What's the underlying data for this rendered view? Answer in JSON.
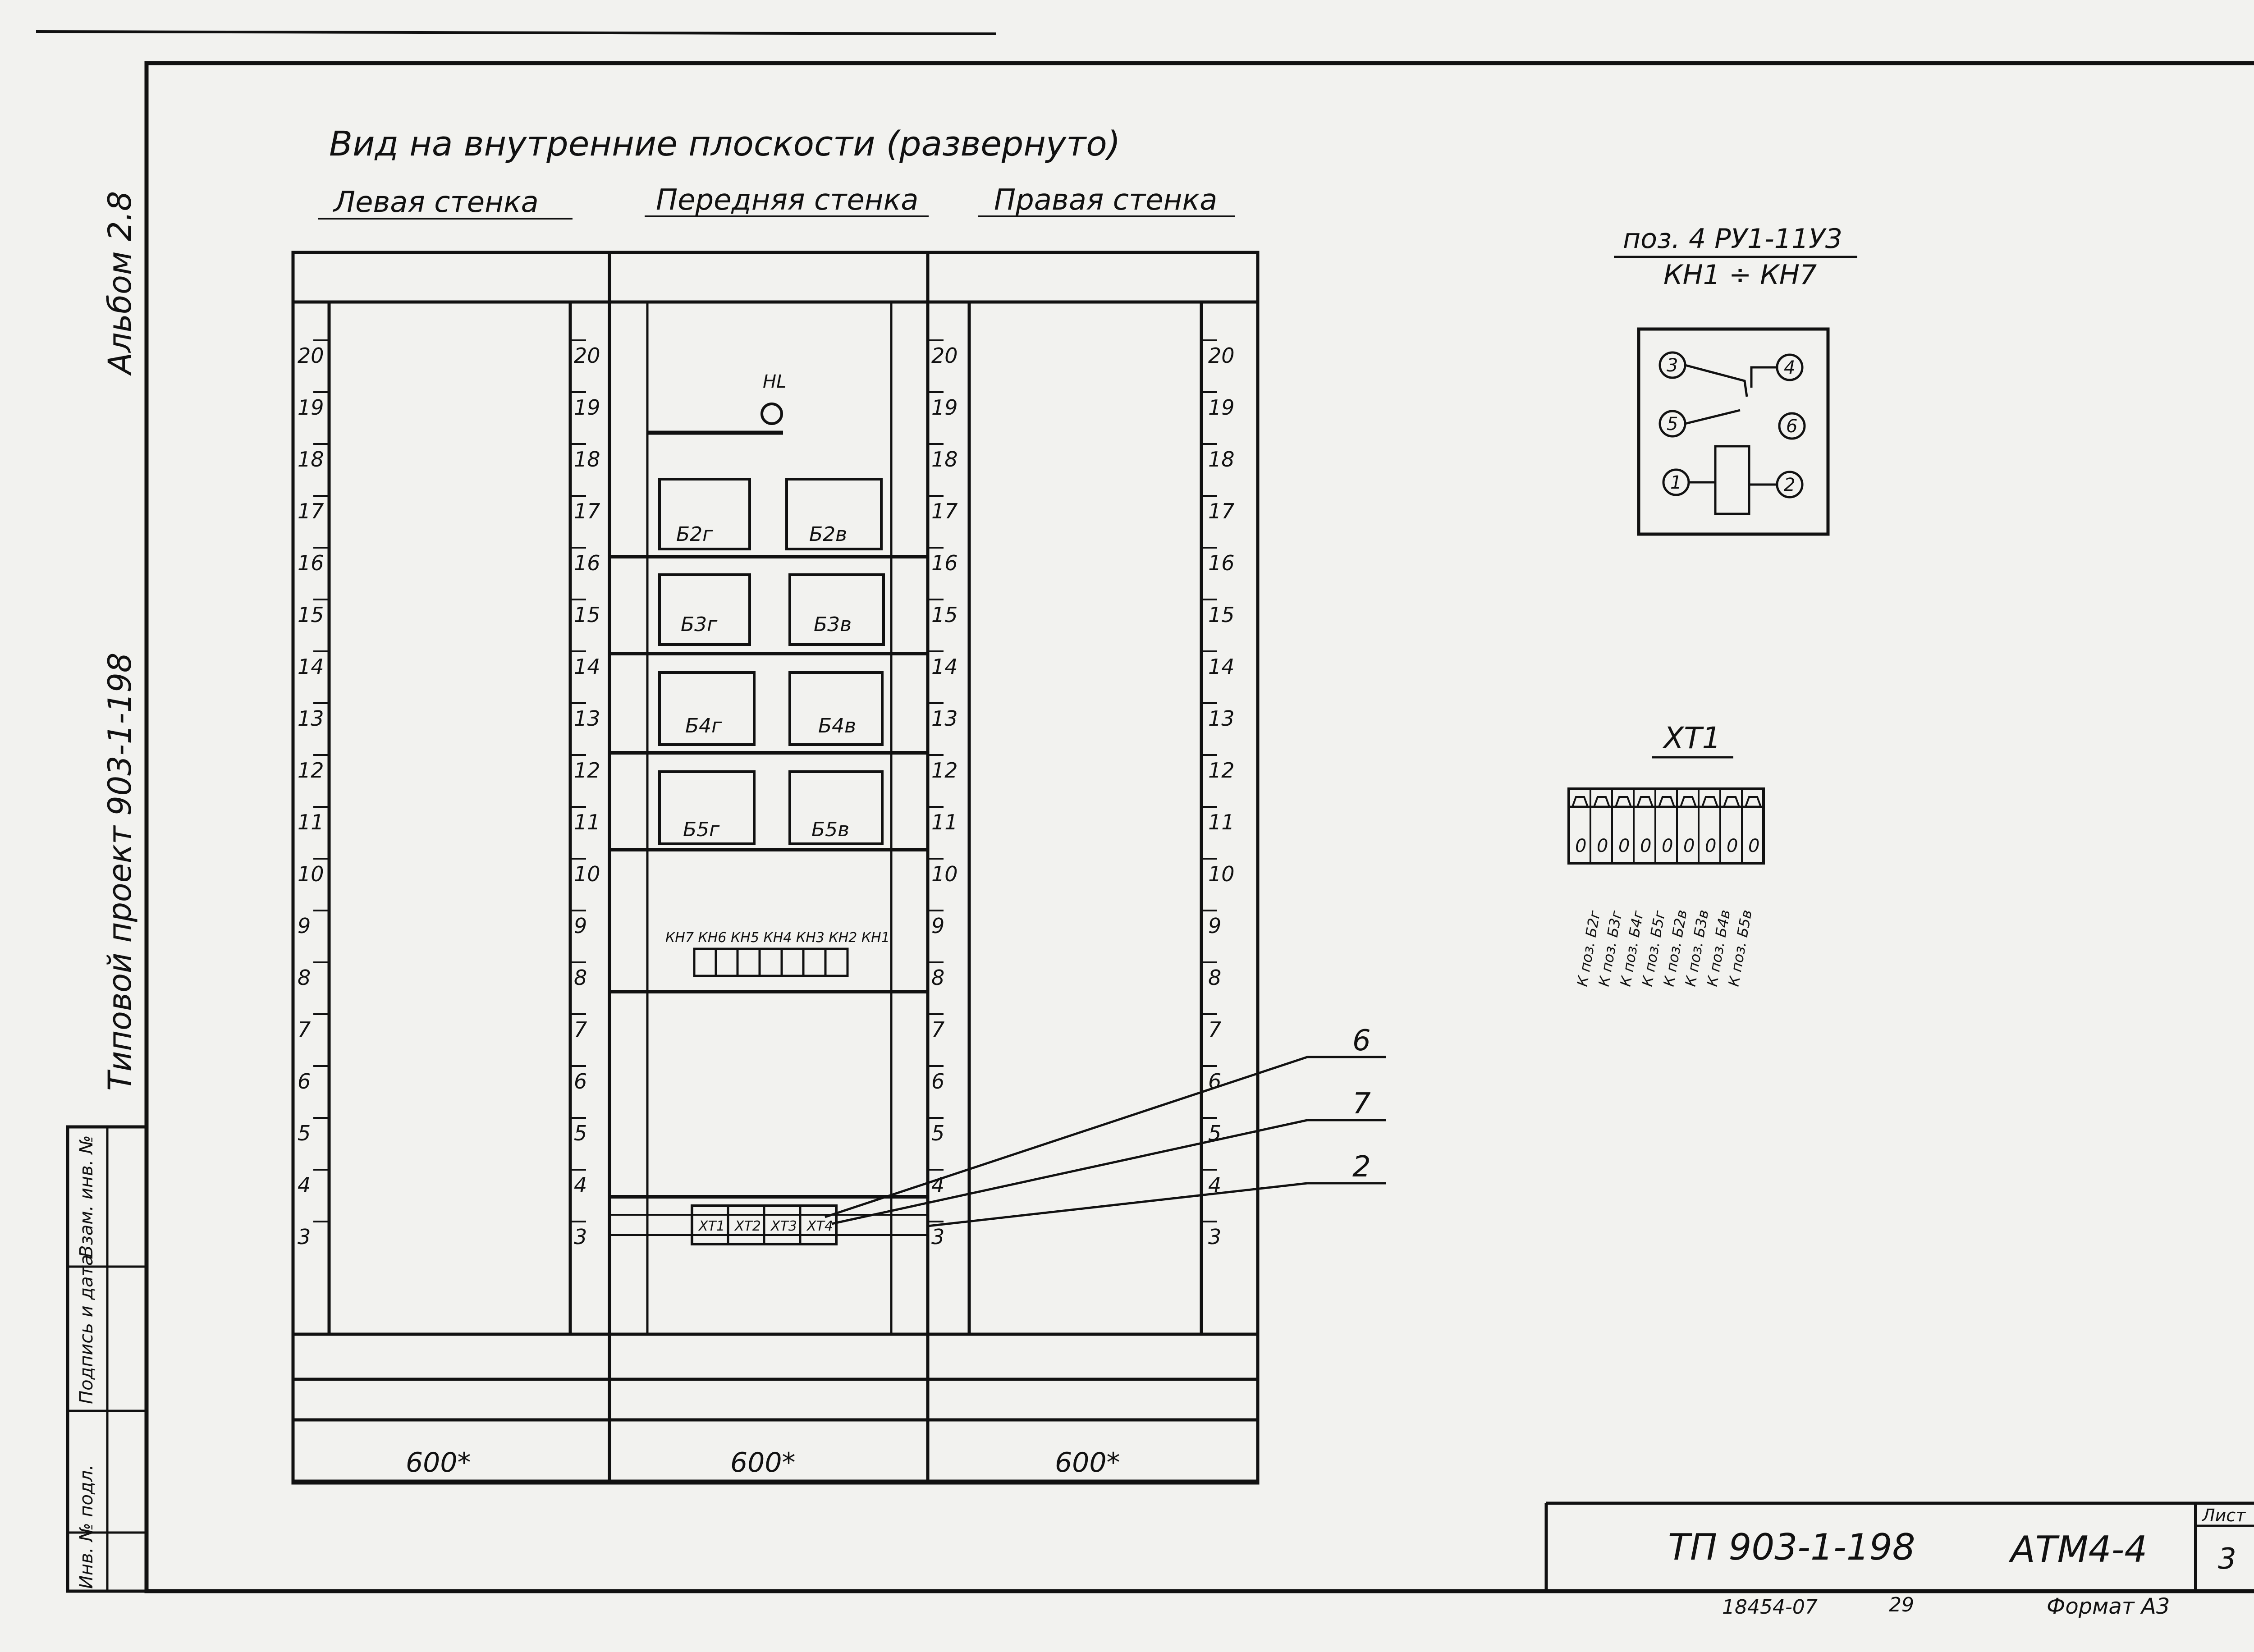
{
  "drawing": {
    "title": "Вид на внутренние плоскости (развернуто)",
    "walls": [
      {
        "label": "Левая стенка",
        "width": "600*"
      },
      {
        "label": "Передняя стенка",
        "width": "600*"
      },
      {
        "label": "Правая стенка",
        "width": "600*"
      }
    ],
    "scale_marks": [
      "3",
      "4",
      "5",
      "6",
      "7",
      "8",
      "9",
      "10",
      "11",
      "12",
      "13",
      "14",
      "15",
      "16",
      "17",
      "18",
      "19",
      "20"
    ],
    "indicator_label": "HL",
    "blocks": [
      {
        "left": "Б2г",
        "right": "Б2в"
      },
      {
        "left": "Б3г",
        "right": "Б3в"
      },
      {
        "left": "Б4г",
        "right": "Б4в"
      },
      {
        "left": "Б5г",
        "right": "Б5в"
      }
    ],
    "relay_row_label": "КН7 КН6 КН5 КН4 КН3 КН2 КН1",
    "terminal_labels": [
      "ХТ1",
      "ХТ2",
      "ХТ3",
      "ХТ4"
    ],
    "callouts": [
      "6",
      "7",
      "2"
    ]
  },
  "relay_detail": {
    "title": "поз. 4 РУ1-11У3",
    "subtitle": "КН1 ÷ КН7",
    "pins": [
      "3",
      "4",
      "5",
      "6",
      "1",
      "2"
    ]
  },
  "terminal_block": {
    "title": "ХТ1",
    "cell_value": "0",
    "cell_count": 9,
    "wire_labels": [
      "К поз. Б2г",
      "К поз. Б3г",
      "К поз. Б4г",
      "К поз. Б5г",
      "К поз. Б2в",
      "К поз. Б3в",
      "К поз. Б4в",
      "К поз. Б5в"
    ]
  },
  "side_margin": {
    "album": "Альбом 2.8",
    "project": "Типовой проект 903-1-198",
    "stamp_columns": [
      "Инв. № подл.",
      "Подпись и дата",
      "Взам. инв. №"
    ]
  },
  "title_block": {
    "designation": "ТП 903-1-198",
    "code": "АТМ4-4",
    "sheet_label": "Лист",
    "sheet_number": "3",
    "bottom_code": "18454-07",
    "bottom_number": "29",
    "format": "Формат А3"
  }
}
